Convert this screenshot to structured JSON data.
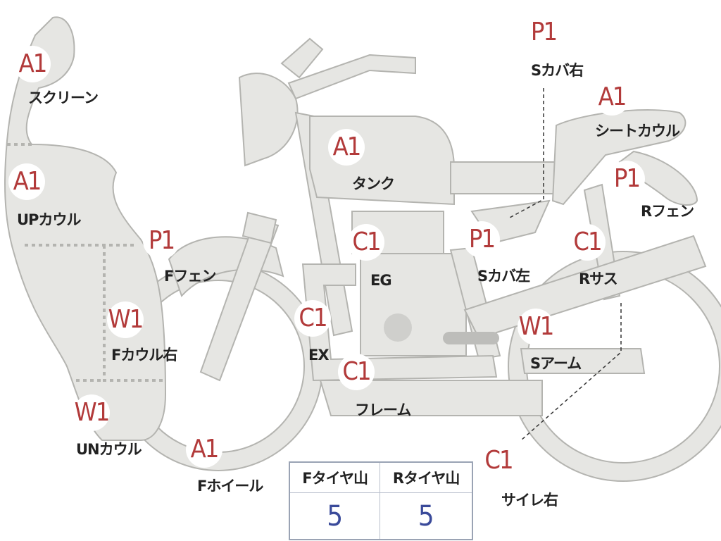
{
  "parts": [
    {
      "key": "screen",
      "grade": "A1",
      "label": "スクリーン"
    },
    {
      "key": "up-cowl",
      "grade": "A1",
      "label": "UPカウル"
    },
    {
      "key": "f-fender",
      "grade": "P1",
      "label": "Fフェン"
    },
    {
      "key": "f-cowl-right",
      "grade": "W1",
      "label": "Fカウル右"
    },
    {
      "key": "un-cowl",
      "grade": "W1",
      "label": "UNカウル"
    },
    {
      "key": "f-wheel",
      "grade": "A1",
      "label": "Fホイール"
    },
    {
      "key": "tank",
      "grade": "A1",
      "label": "タンク"
    },
    {
      "key": "engine",
      "grade": "C1",
      "label": "EG"
    },
    {
      "key": "exhaust",
      "grade": "C1",
      "label": "EX"
    },
    {
      "key": "frame",
      "grade": "C1",
      "label": "フレーム"
    },
    {
      "key": "s-cover-left",
      "grade": "P1",
      "label": "Sカバ左"
    },
    {
      "key": "s-cover-right",
      "grade": "P1",
      "label": "Sカバ右"
    },
    {
      "key": "seat-cowl",
      "grade": "A1",
      "label": "シートカウル"
    },
    {
      "key": "r-fender",
      "grade": "P1",
      "label": "Rフェン"
    },
    {
      "key": "r-suspension",
      "grade": "C1",
      "label": "Rサス"
    },
    {
      "key": "swing-arm",
      "grade": "W1",
      "label": "Sアーム"
    },
    {
      "key": "silencer-right",
      "grade": "C1",
      "label": "サイレ右"
    }
  ],
  "tire_table": {
    "headers": [
      "Fタイヤ山",
      "Rタイヤ山"
    ],
    "values": [
      "5",
      "5"
    ]
  }
}
